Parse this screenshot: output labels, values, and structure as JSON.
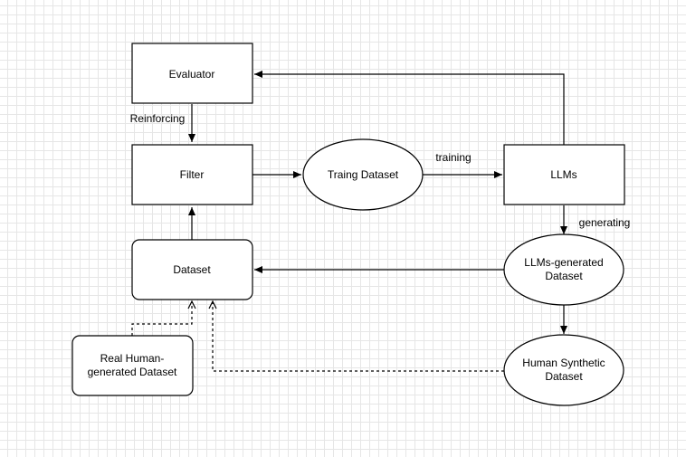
{
  "nodes": {
    "evaluator": "Evaluator",
    "filter": "Filter",
    "dataset": "Dataset",
    "real_human": [
      "Real Human-",
      "generated Dataset"
    ],
    "training_dataset": "Traing Dataset",
    "llms": "LLMs",
    "llms_generated": [
      "LLMs-generated",
      "Dataset"
    ],
    "human_synthetic": [
      "Human Synthetic",
      "Dataset"
    ]
  },
  "edges": {
    "reinforcing": "Reinforcing",
    "training": "training",
    "generating": "generating"
  }
}
